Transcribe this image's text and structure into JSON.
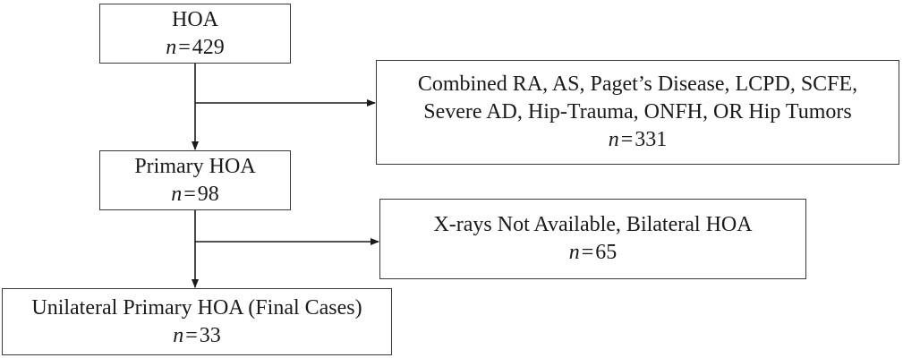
{
  "flowchart": {
    "boxes": {
      "hoa": {
        "lines": [
          "HOA"
        ],
        "n_symbol": "n",
        "n_value": "429"
      },
      "excluded_first": {
        "lines": [
          "Combined RA, AS, Paget’s Disease, LCPD, SCFE,",
          "Severe AD, Hip-Trauma, ONFH, OR Hip Tumors"
        ],
        "n_symbol": "n",
        "n_value": "331"
      },
      "primary_hoa": {
        "lines": [
          "Primary HOA"
        ],
        "n_symbol": "n",
        "n_value": "98"
      },
      "excluded_second": {
        "lines": [
          "X-rays Not Available, Bilateral HOA"
        ],
        "n_symbol": "n",
        "n_value": "65"
      },
      "final": {
        "lines": [
          "Unilateral Primary HOA (Final Cases)"
        ],
        "n_symbol": "n",
        "n_value": "33"
      }
    },
    "equals_sign": "=",
    "line_color": "#1a1a1a"
  }
}
